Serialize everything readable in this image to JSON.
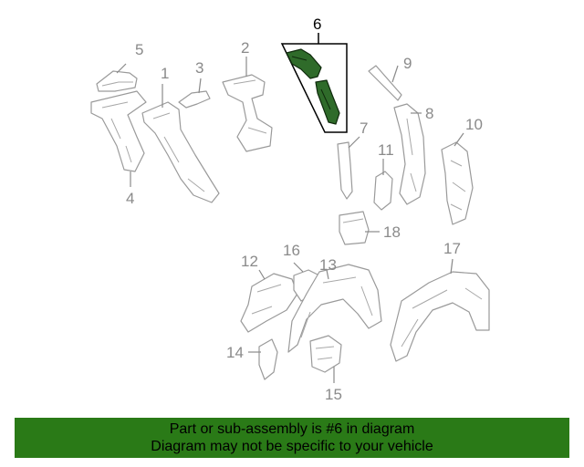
{
  "callouts": {
    "c1": "1",
    "c2": "2",
    "c3": "3",
    "c4": "4",
    "c5": "5",
    "c6": "6",
    "c7": "7",
    "c8": "8",
    "c9": "9",
    "c10": "10",
    "c11": "11",
    "c12": "12",
    "c13": "13",
    "c14": "14",
    "c15": "15",
    "c16": "16",
    "c17": "17",
    "c18": "18"
  },
  "highlight_callout": "6",
  "colors": {
    "banner": "#2a7a17",
    "highlight_part": "#2f6b2a",
    "line_art": "#9a9a9a"
  },
  "banner": {
    "line1": "Part or sub-assembly is #6 in diagram",
    "line2": "Diagram may not be specific to your vehicle"
  }
}
